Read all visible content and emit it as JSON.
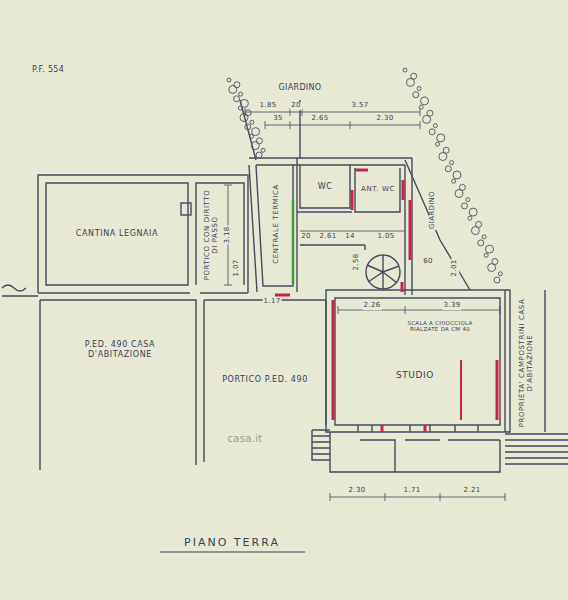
{
  "diagram": {
    "title": "PIANO TERRA",
    "nodes": [
      {
        "text": [
          "CANTINA LEGNAIA"
        ]
      },
      {
        "text": [
          "PORTICO CON DIRITTO DI PASSO"
        ]
      },
      {
        "text": [
          "CENTRALE TERMICA"
        ]
      },
      {
        "text": [
          "WC"
        ]
      },
      {
        "text": [
          "ANT. WC"
        ]
      },
      {
        "text": [
          "STUDIO"
        ]
      },
      {
        "text": [
          "PORTICO P.ED. 490"
        ]
      },
      {
        "text": [
          "P.ED. 490 CASA D'ABITAZIONE"
        ]
      },
      {
        "text": [
          "PROPRIETA' CAMPOSTRINI CASA D'ABITAZIONE"
        ]
      }
    ],
    "labels": [
      "GIARDINO",
      "P.F. 554",
      "GIARDINO",
      "1.85",
      "20",
      "3.57",
      "35",
      "2.65",
      "2.30",
      "3.18",
      "1.07",
      "1.17",
      "20",
      "2.61",
      "14",
      "1.05",
      "2.58",
      "60",
      "2.01",
      "2.26",
      "3.39",
      "2.30",
      "1.71",
      "2.21",
      "SCALA A CHIOCCIOLA RIALZATE DA CM 40",
      "casa.it"
    ]
  }
}
